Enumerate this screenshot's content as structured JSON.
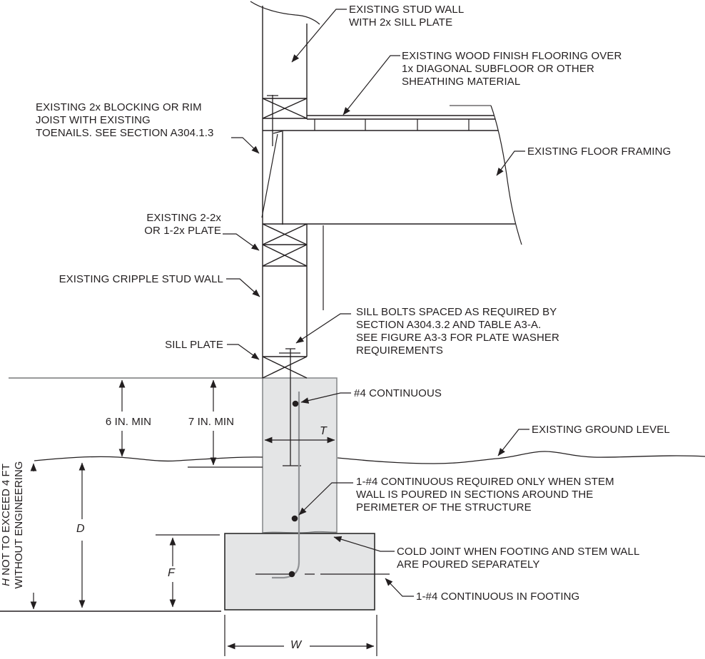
{
  "figure": {
    "labels": {
      "stud_wall": "EXISTING STUD WALL\nWITH 2x SILL PLATE",
      "flooring": "EXISTING WOOD FINISH FLOORING OVER\n1x DIAGONAL SUBFLOOR OR OTHER\nSHEATHING MATERIAL",
      "blocking": "EXISTING 2x BLOCKING OR RIM\nJOIST WITH EXISTING\nTOENAILS. SEE SECTION A304.1.3",
      "floor_framing": "EXISTING FLOOR FRAMING",
      "plate": "EXISTING 2-2x\nOR 1-2x PLATE",
      "cripple_wall": "EXISTING CRIPPLE STUD WALL",
      "sill_bolts": "SILL BOLTS SPACED AS REQUIRED BY\nSECTION A304.3.2 AND TABLE A3-A.\nSEE FIGURE A3-3 FOR PLATE WASHER\nREQUIREMENTS",
      "sill_plate": "SILL PLATE",
      "bar_continuous": "#4 CONTINUOUS",
      "ground_level": "EXISTING GROUND LEVEL",
      "stem_bar": "1-#4 CONTINUOUS REQUIRED ONLY WHEN STEM\nWALL IS POURED IN SECTIONS AROUND THE\nPERIMETER OF THE STRUCTURE",
      "cold_joint": "COLD JOINT WHEN FOOTING AND STEM WALL\nARE POURED SEPARATELY",
      "footing_bar": "1-#4 CONTINUOUS IN FOOTING"
    },
    "dimensions": {
      "six_min": "6 IN. MIN",
      "seven_min": "7 IN. MIN",
      "t": "T",
      "d": "D",
      "f": "F",
      "w": "W",
      "h_italic": "H",
      "h_rest": " NOT TO EXCEED 4 FT",
      "h_line2": "WITHOUT ENGINEERING"
    },
    "colors": {
      "line": "#231f20",
      "concrete_fill": "#e4e5e6",
      "concrete_edge": "#8a8c8e",
      "rebar": "#909295"
    }
  }
}
